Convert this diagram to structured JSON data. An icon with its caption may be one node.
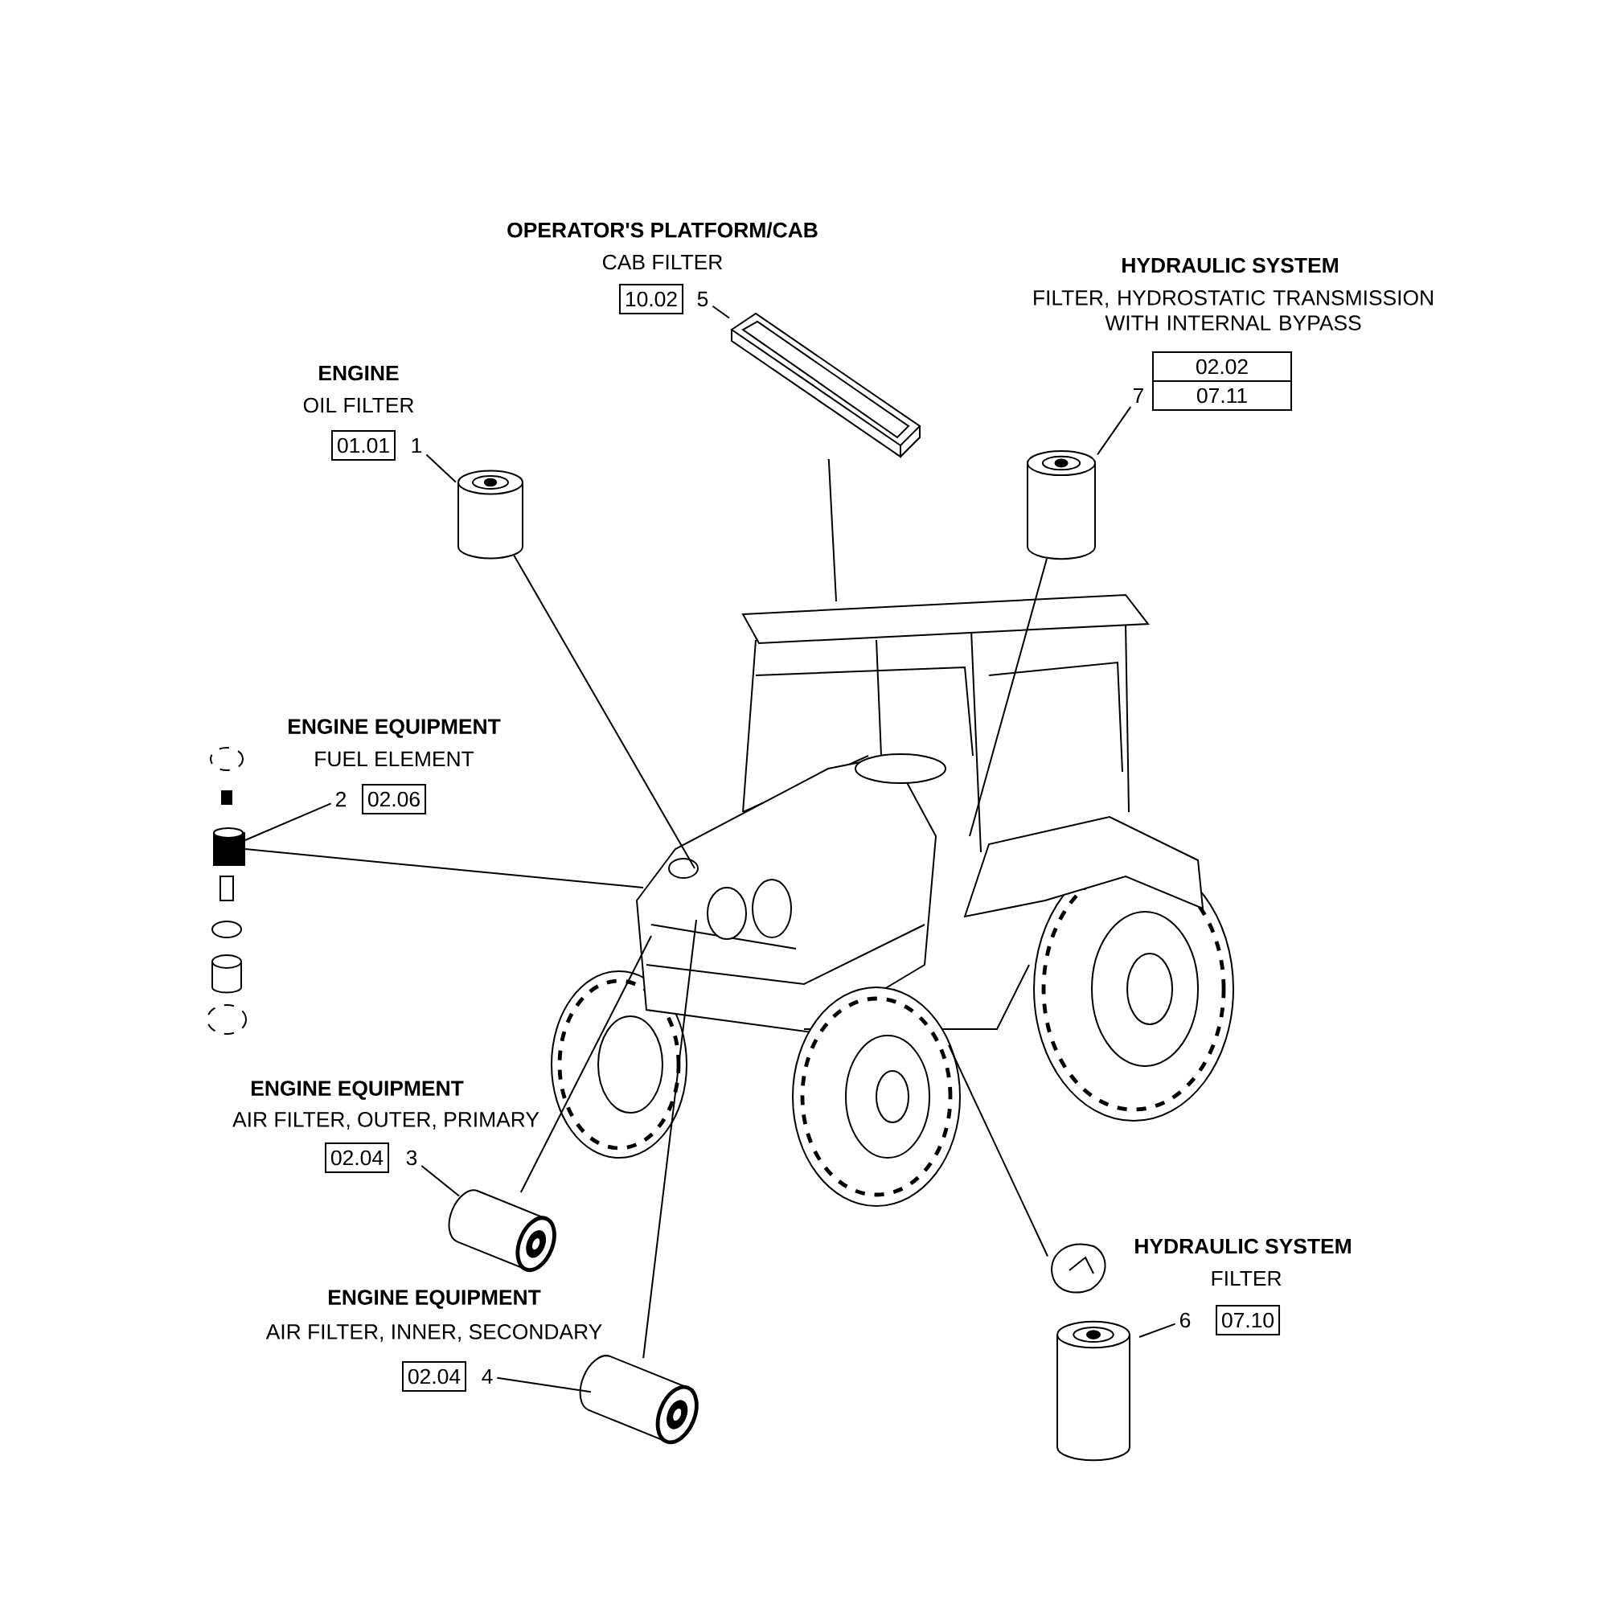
{
  "diagram": {
    "nodes": [
      {
        "text": [],
        "shape": "picture"
      },
      {
        "text": [
          "10.02"
        ]
      },
      {
        "text": [
          "5"
        ]
      },
      {
        "text": [],
        "shape": "picture"
      },
      {
        "text": [
          "02.02"
        ]
      },
      {
        "text": [
          "07.11"
        ]
      },
      {
        "text": [
          "7"
        ]
      },
      {
        "text": [],
        "shape": "cylinder"
      },
      {
        "text": [
          "01.01"
        ]
      },
      {
        "text": [
          "1"
        ]
      },
      {
        "text": [],
        "shape": "cylinder"
      },
      {
        "text": [
          "2"
        ]
      },
      {
        "text": [
          "02.06"
        ]
      },
      {
        "text": [],
        "shape": "cylinder"
      },
      {
        "text": [
          "02.04"
        ]
      },
      {
        "text": [
          "3"
        ]
      },
      {
        "text": [],
        "shape": "picture"
      },
      {
        "text": [
          "02.04"
        ]
      },
      {
        "text": [
          "4"
        ]
      },
      {
        "text": [],
        "shape": "picture"
      },
      {
        "text": [
          "6"
        ]
      },
      {
        "text": [
          "07.10"
        ]
      },
      {
        "text": [],
        "shape": "cylinder"
      }
    ],
    "edges": [
      {
        "from": 2,
        "to": 3,
        "arrow": "none"
      },
      {
        "from": 3,
        "to": 0,
        "arrow": "none"
      },
      {
        "from": 6,
        "to": 7,
        "arrow": "none"
      },
      {
        "from": 7,
        "to": 0,
        "arrow": "none"
      },
      {
        "from": 9,
        "to": 10,
        "arrow": "none"
      },
      {
        "from": 10,
        "to": 0,
        "arrow": "none"
      },
      {
        "from": 11,
        "to": 13,
        "arrow": "none"
      },
      {
        "from": 13,
        "to": 0,
        "arrow": "none"
      },
      {
        "from": 15,
        "to": 16,
        "arrow": "none"
      },
      {
        "from": 16,
        "to": 0,
        "arrow": "none"
      },
      {
        "from": 18,
        "to": 19,
        "arrow": "none"
      },
      {
        "from": 19,
        "to": 0,
        "arrow": "none"
      },
      {
        "from": 20,
        "to": 22,
        "arrow": "none"
      },
      {
        "from": 22,
        "to": 0,
        "arrow": "none"
      }
    ],
    "labels": [
      "OPERATOR'S PLATFORM/CAB",
      "CAB FILTER",
      "HYDRAULIC SYSTEM",
      "FILTER, HYDROSTATIC TRANSMISSION WITH INTERNAL BYPASS",
      "ENGINE",
      "OIL FILTER",
      "ENGINE EQUIPMENT",
      "FUEL ELEMENT",
      "ENGINE EQUIPMENT",
      "AIR FILTER, OUTER, PRIMARY",
      "HYDRAULIC SYSTEM",
      "FILTER",
      "ENGINE EQUIPMENT",
      "AIR FILTER, INNER, SECONDARY"
    ]
  }
}
